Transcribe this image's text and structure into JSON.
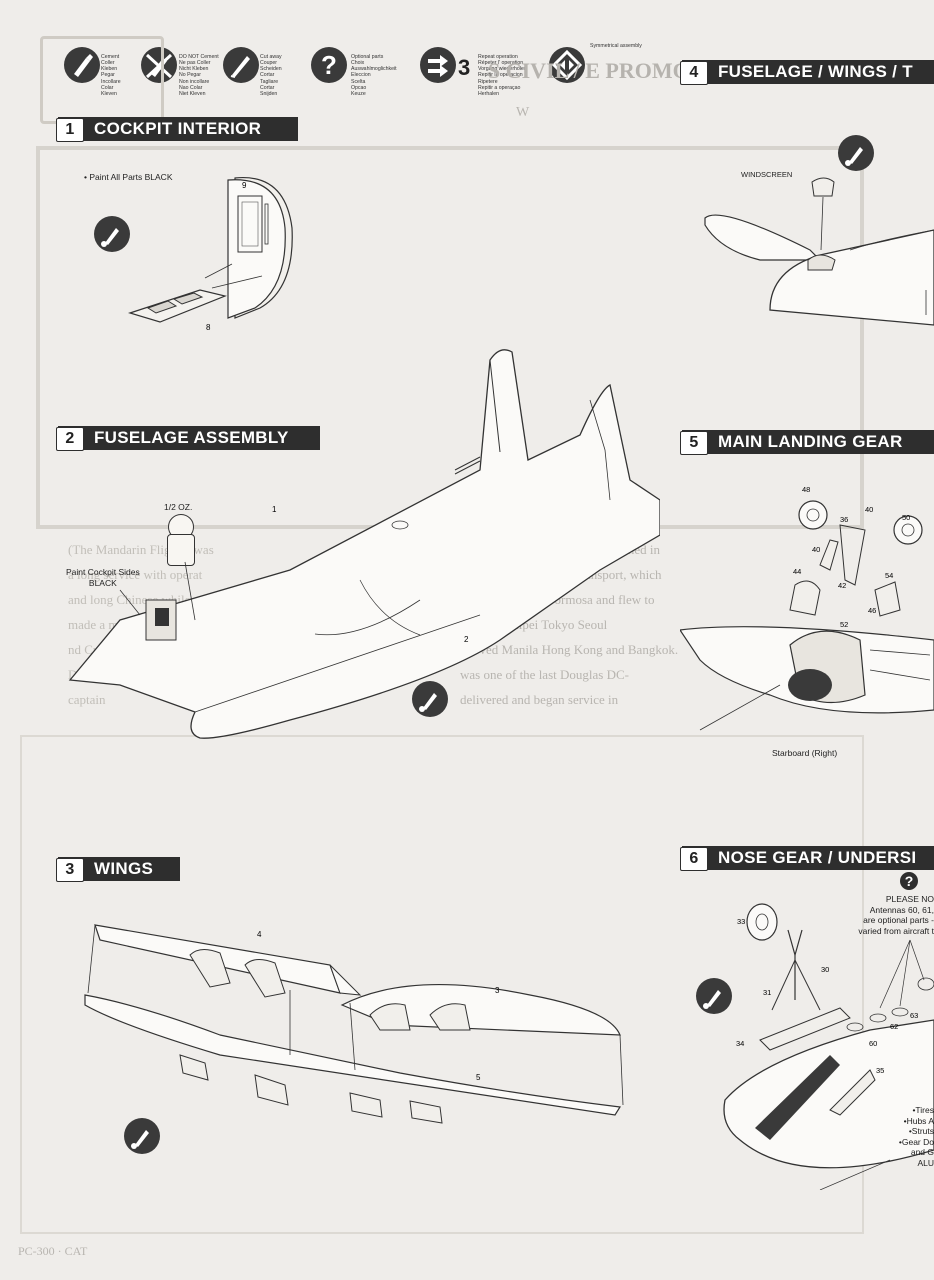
{
  "legend": {
    "cement": [
      "Cement",
      "Coller",
      "Kleben",
      "Pegar",
      "Incollare",
      "Colar",
      "Kleven"
    ],
    "do_not_cement": [
      "DO NOT Cement",
      "Ne pas Coller",
      "Nicht Kleben",
      "No Pegar",
      "Non incollare",
      "Nao Colar",
      "Niet Kleven"
    ],
    "cut_away": [
      "Cut away",
      "Couper",
      "Scheiden",
      "Cortar",
      "Tagliare",
      "Cortar",
      "Snijden"
    ],
    "optional": [
      "Optional parts",
      "Choix",
      "Auswahlmoglichkeit",
      "Eleccion",
      "Scelta",
      "Opcao",
      "Keuze"
    ],
    "repeat_number": "3",
    "repeat": [
      "Repeat operation",
      "Répeter l' operation",
      "Vorgang wiederholen",
      "Repitir la operacion",
      "Ripetere",
      "Repitir a operaçao",
      "Herhalen"
    ],
    "symmetrical": "Symmetrical assembly"
  },
  "steps": {
    "s1": {
      "num": "1",
      "title": "COCKPIT INTERIOR"
    },
    "s2": {
      "num": "2",
      "title": "FUSELAGE ASSEMBLY"
    },
    "s3": {
      "num": "3",
      "title": "WINGS"
    },
    "s4": {
      "num": "4",
      "title": "FUSELAGE / WINGS / T"
    },
    "s5": {
      "num": "5",
      "title": "MAIN LANDING GEAR"
    },
    "s6": {
      "num": "6",
      "title": "NOSE GEAR / UNDERSI"
    }
  },
  "cockpit": {
    "paint_note": "• Paint All Parts BLACK",
    "part_9": "9",
    "part_8": "8"
  },
  "fuselage": {
    "weight": "1/2 OZ.",
    "paint_sides": "Paint Cockpit Sides\nBLACK",
    "part_1": "1",
    "part_2": "2"
  },
  "wings": {
    "part_4": "4",
    "part_3": "3",
    "part_5": "5"
  },
  "step4": {
    "windscreen": "WINDSCREEN"
  },
  "step5": {
    "parts": [
      "48",
      "36",
      "40",
      "50",
      "40",
      "44",
      "42",
      "54",
      "46",
      "52"
    ],
    "caption": "Starboard (Right)"
  },
  "step6": {
    "note_title": "PLEASE NO",
    "note_line2": "Antennas 60, 61,",
    "note_line3": "are optional parts -",
    "note_line4": "varied from aircraft t",
    "parts": [
      "33",
      "30",
      "31",
      "34",
      "62",
      "63",
      "60",
      "35"
    ],
    "paint_list": "•Tires\n•Hubs A\n•Struts\n•Gear Do\nand G\nALU"
  },
  "ghost_text": {
    "header": "S CIVIL / E  PROMOTION",
    "letter_w": "W",
    "background_text": "(The Mandarin Flight\") was\na long service with operat\nand long Chinese while\nmade a mixture of Dou\nnd Curtiss C-46s. It re\nDC-6, which was titled\ncaptain",
    "background_text2": "all Air Transport (CAT) was formed in\nunder its Chinese Air Transport, which\nmoved to Taipei Formosa and flew to\nmany of Taipei Tokyo Seoul\n(served Manila Hong Kong and Bangkok.\nwas one of the last Douglas DC-\ndelivered and began service in",
    "bottom": "PC-300 · CAT"
  }
}
